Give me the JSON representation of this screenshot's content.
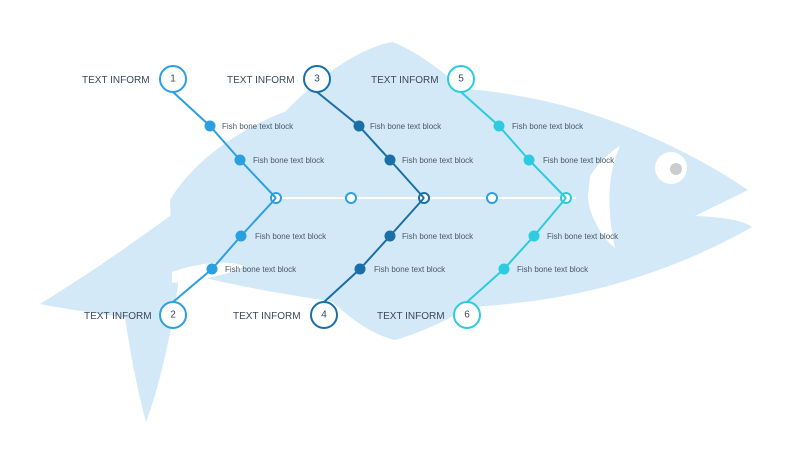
{
  "colors": {
    "fish_body": "#d3e9f7",
    "background": "#ffffff",
    "spine": "#ffffff",
    "branch_1": "#2ba0e0",
    "branch_2": "#1a6fa6",
    "branch_3": "#2ccbe0",
    "text": "#3b4a5a",
    "eye_pupil": "#cccccc"
  },
  "heads": [
    {
      "number": "1",
      "label": "TEXT INFORM"
    },
    {
      "number": "2",
      "label": "TEXT INFORM"
    },
    {
      "number": "3",
      "label": "TEXT INFORM"
    },
    {
      "number": "4",
      "label": "TEXT INFORM"
    },
    {
      "number": "5",
      "label": "TEXT INFORM"
    },
    {
      "number": "6",
      "label": "TEXT INFORM"
    }
  ],
  "items": [
    "Fish bone text block",
    "Fish bone text block",
    "Fish bone text block",
    "Fish bone text block",
    "Fish bone text block",
    "Fish bone text block",
    "Fish bone text block",
    "Fish bone text block",
    "Fish bone text block",
    "Fish bone text block",
    "Fish bone text block",
    "Fish bone text block"
  ]
}
